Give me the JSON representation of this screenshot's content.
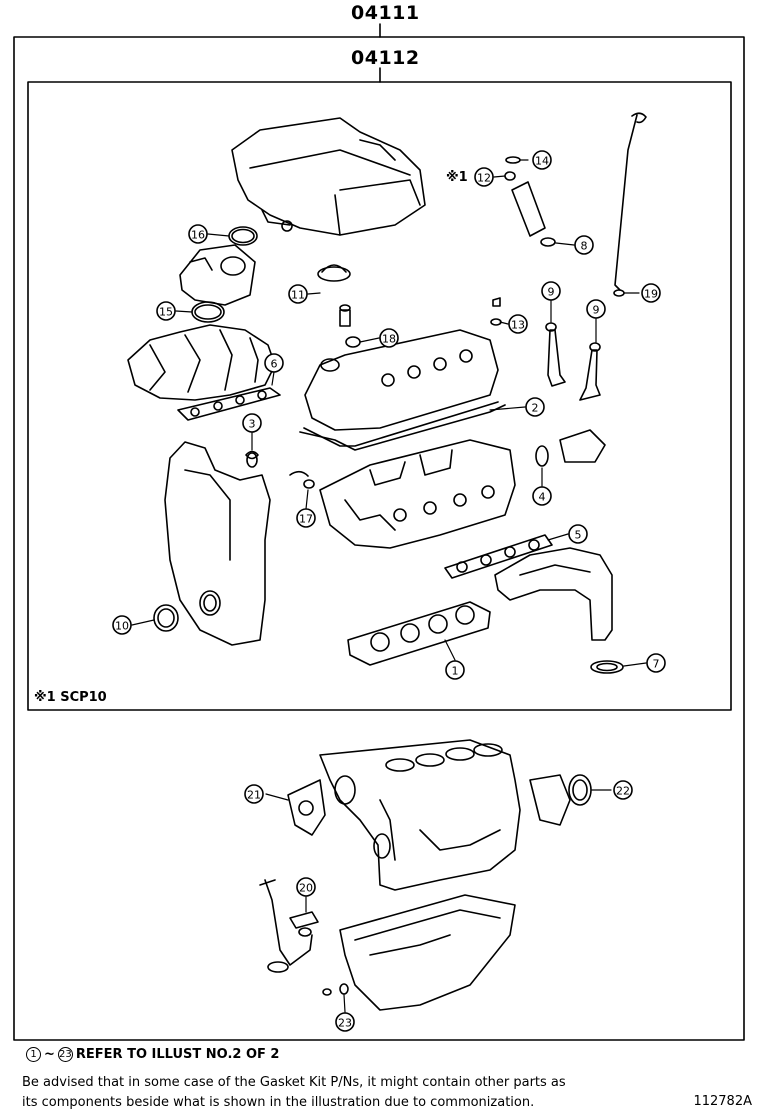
{
  "kits": {
    "outer_code": "04111",
    "inner_code": "04112"
  },
  "notes": {
    "scp_mark": "※1 SCP10",
    "callout_12_prefix": "※1",
    "footer_ref_from": "1",
    "footer_ref_sep": "~",
    "footer_ref_to": "23",
    "footer_ref_text": "REFER TO ILLUST NO.2 OF 2",
    "advise_line1": "Be advised that in some case of the Gasket Kit P/Ns,  it might contain other parts as",
    "advise_line2": "its components beside what is shown in the illustration due to commonization.",
    "illustration_code": "112782A"
  },
  "callouts": [
    "1",
    "2",
    "3",
    "4",
    "5",
    "6",
    "7",
    "8",
    "9",
    "9",
    "10",
    "11",
    "12",
    "13",
    "14",
    "15",
    "16",
    "17",
    "18",
    "19",
    "20",
    "21",
    "22",
    "23"
  ]
}
